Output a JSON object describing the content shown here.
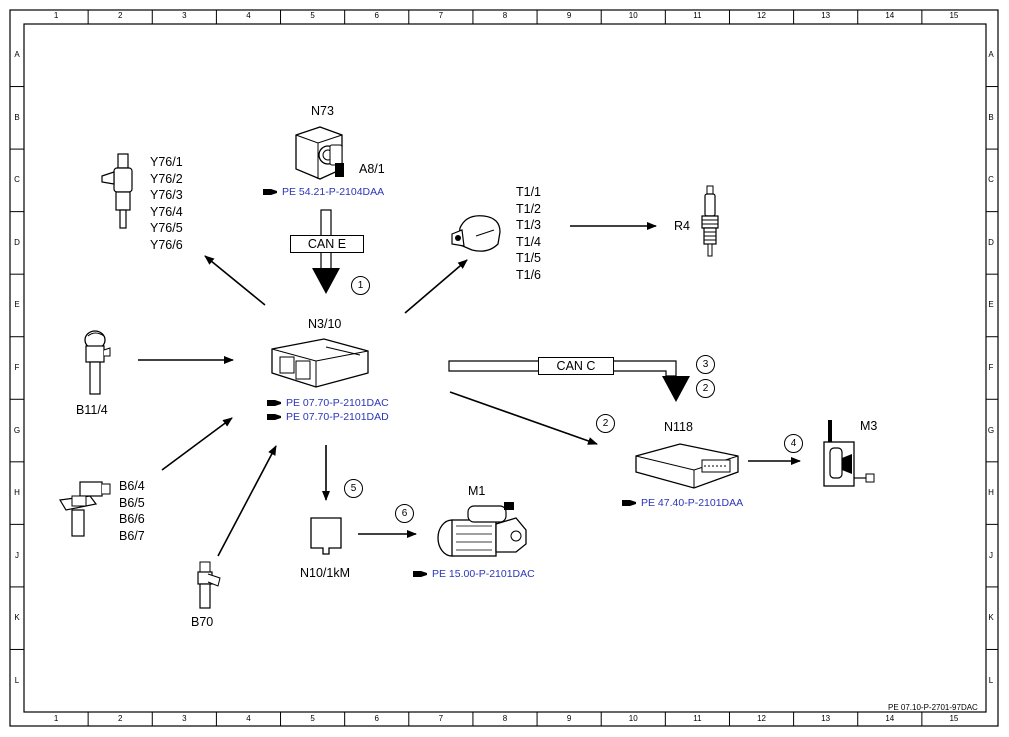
{
  "frame": {
    "columns": [
      "1",
      "2",
      "3",
      "4",
      "5",
      "6",
      "7",
      "8",
      "9",
      "10",
      "11",
      "12",
      "13",
      "14",
      "15"
    ],
    "rows": [
      "A",
      "B",
      "C",
      "D",
      "E",
      "F",
      "G",
      "H",
      "J",
      "K",
      "L"
    ],
    "footer": "PE 07.10-P-2701-97DAC"
  },
  "components": {
    "n73": {
      "label": "N73",
      "sub": "A8/1",
      "ref": "PE 54.21-P-2104DAA"
    },
    "y76": {
      "lines": [
        "Y76/1",
        "Y76/2",
        "Y76/3",
        "Y76/4",
        "Y76/5",
        "Y76/6"
      ]
    },
    "t1": {
      "lines": [
        "T1/1",
        "T1/2",
        "T1/3",
        "T1/4",
        "T1/5",
        "T1/6"
      ]
    },
    "r4": {
      "label": "R4"
    },
    "n310": {
      "label": "N3/10",
      "refs": [
        "PE 07.70-P-2101DAC",
        "PE 07.70-P-2101DAD"
      ]
    },
    "b114": {
      "label": "B11/4"
    },
    "b6": {
      "lines": [
        "B6/4",
        "B6/5",
        "B6/6",
        "B6/7"
      ]
    },
    "b70": {
      "label": "B70"
    },
    "n10": {
      "label": "N10/1kM"
    },
    "m1": {
      "label": "M1",
      "ref": "PE 15.00-P-2101DAC"
    },
    "n118": {
      "label": "N118",
      "ref": "PE 47.40-P-2101DAA"
    },
    "m3": {
      "label": "M3"
    }
  },
  "buses": {
    "can_e": "CAN E",
    "can_c": "CAN C"
  },
  "circles": [
    "1",
    "3",
    "2",
    "2",
    "4",
    "5",
    "6"
  ]
}
